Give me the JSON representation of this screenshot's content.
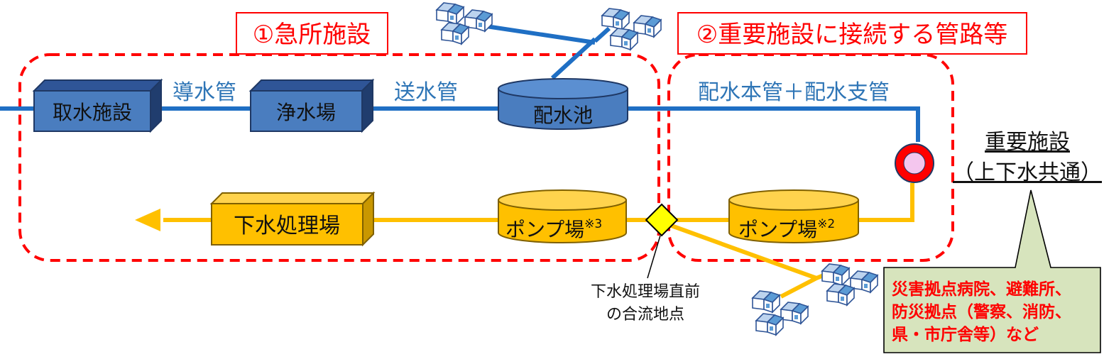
{
  "regions": {
    "emergency": "①急所施設",
    "important_pipes": "②重要施設に接続する管路等"
  },
  "facilities": {
    "intake": "取水施設",
    "purification": "浄水場",
    "reservoir": "配水池",
    "sewage_plant": "下水処理場",
    "pump_left": "ポンプ場",
    "pump_left_note": "※3",
    "pump_right": "ポンプ場",
    "pump_right_note": "※2"
  },
  "pipes": {
    "conduit": "導水管",
    "transmission": "送水管",
    "distribution": "配水本管＋配水支管"
  },
  "confluence": {
    "line1": "下水処理場直前",
    "line2": "の合流地点"
  },
  "important_facility": {
    "title": "重要施設",
    "subtitle": "（上下水共通）"
  },
  "callout": {
    "line1": "災害拠点病院、避難所、",
    "line2": "防災拠点（警察、消防、",
    "line3": "県・市庁舎等）など"
  },
  "colors": {
    "water_line": "#1f6fc4",
    "sewer_line": "#ffc000",
    "water_box": "#4a7dbf",
    "sewer_box": "#ffc000",
    "dashed_border": "#ff0000",
    "callout_fill": "#d7e4bd"
  },
  "icons": {
    "house": "house-icon",
    "important_marker": "target-icon",
    "confluence_marker": "diamond-icon"
  }
}
